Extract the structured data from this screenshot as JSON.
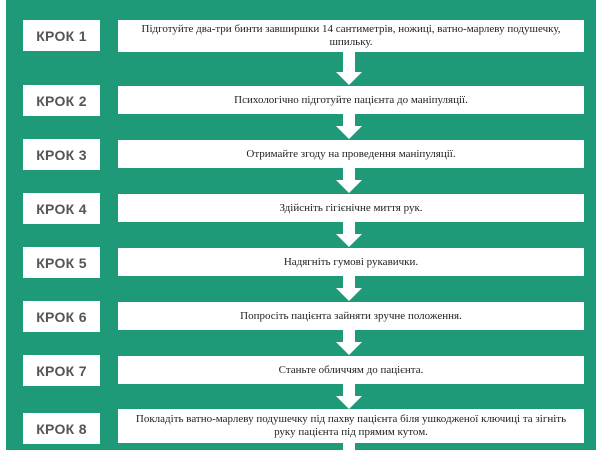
{
  "colors": {
    "background": "#1f9a78",
    "box": "#ffffff",
    "label_text": "#555555",
    "body_text": "#222222"
  },
  "steps": [
    {
      "label": "КРОК 1",
      "text": "Підготуйте два-три бинти завширшки 14 сантиметрів, ножиці, ватно-марлеву подушечку, шпильку."
    },
    {
      "label": "КРОК 2",
      "text": "Психологічно підготуйте пацієнта до маніпуляції."
    },
    {
      "label": "КРОК 3",
      "text": "Отримайте згоду на проведення маніпуляції."
    },
    {
      "label": "КРОК 4",
      "text": "Здійсніть гігієнічне миття рук."
    },
    {
      "label": "КРОК 5",
      "text": "Надягніть гумові рукавички."
    },
    {
      "label": "КРОК 6",
      "text": "Попросіть пацієнта зайняти зручне положення."
    },
    {
      "label": "КРОК 7",
      "text": "Станьте обличчям до пацієнта."
    },
    {
      "label": "КРОК 8",
      "text": "Покладіть ватно-марлеву подушечку під пахву пацієнта біля ушкодженої ключиці та зігніть руку пацієнта під прямим кутом."
    }
  ]
}
